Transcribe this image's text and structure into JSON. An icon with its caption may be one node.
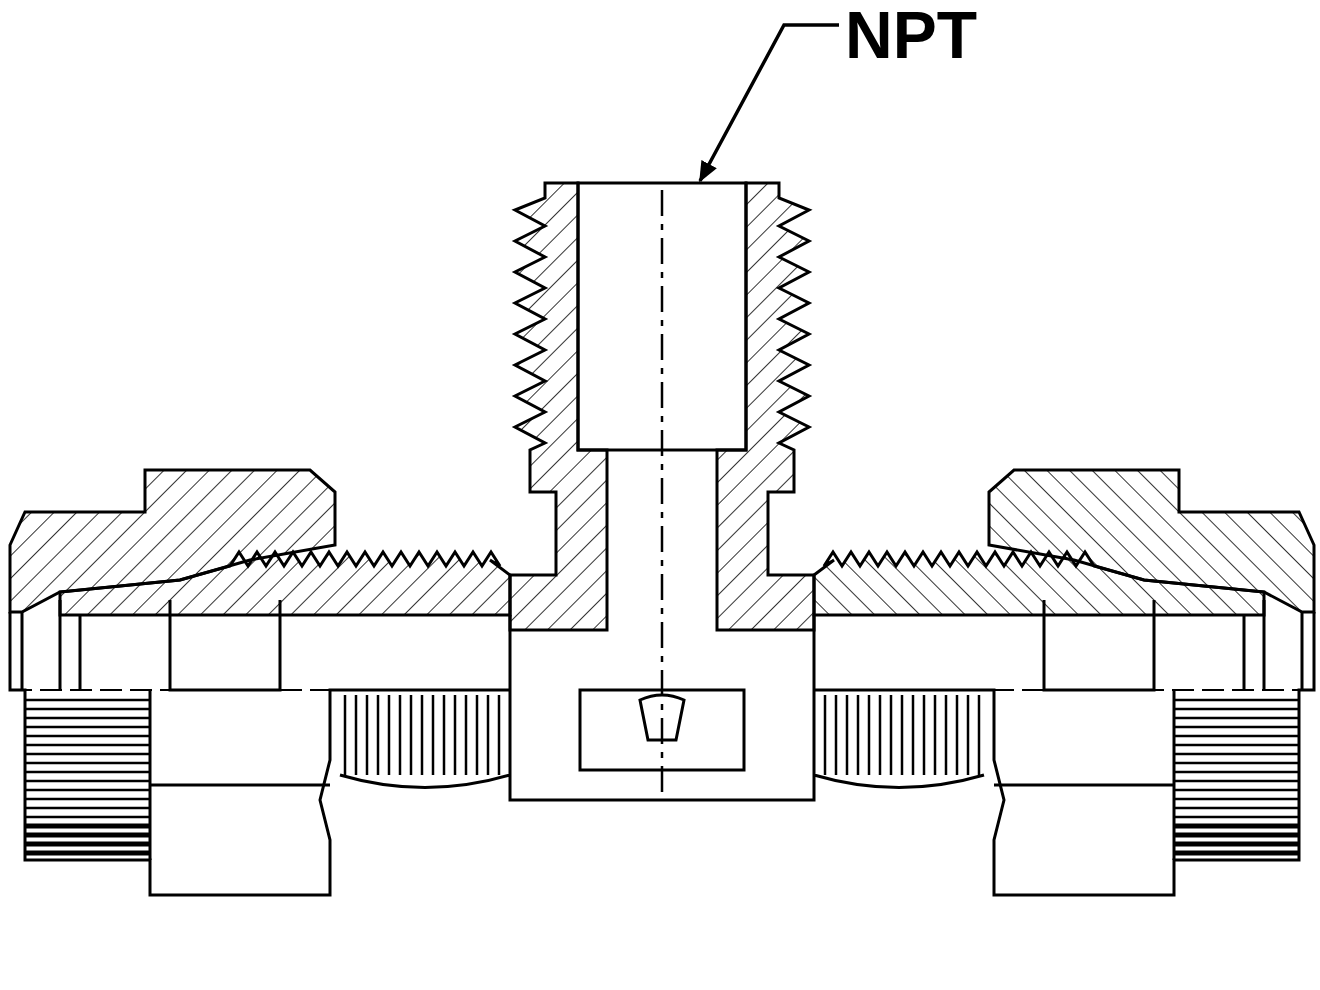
{
  "diagram": {
    "nodes": [
      {
        "text": [
          "NPT"
        ]
      },
      {
        "text": [],
        "shape": "picture"
      }
    ],
    "edges": [
      {
        "from": 0,
        "to": 1,
        "arrow": "to"
      }
    ]
  }
}
